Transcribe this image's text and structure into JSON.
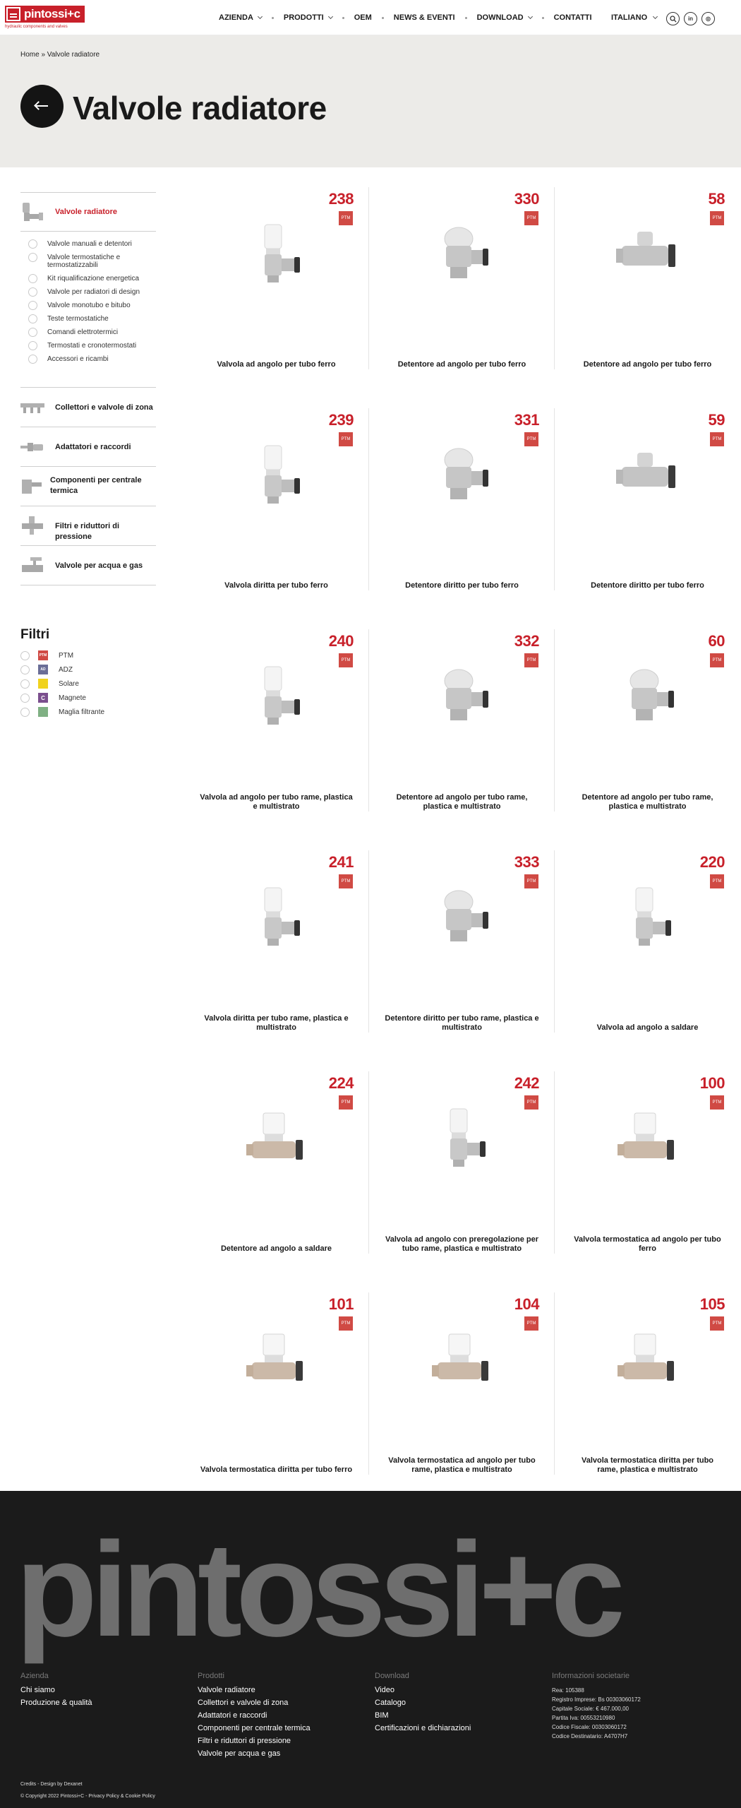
{
  "header": {
    "logo_text": "pintossi+c",
    "logo_tagline": "hydraulic components and valves",
    "nav": [
      {
        "label": "AZIENDA",
        "dropdown": true
      },
      {
        "label": "PRODOTTI",
        "dropdown": true
      },
      {
        "label": "OEM",
        "dropdown": false
      },
      {
        "label": "NEWS & EVENTI",
        "dropdown": false
      },
      {
        "label": "DOWNLOAD",
        "dropdown": true
      },
      {
        "label": "CONTATTI",
        "dropdown": false
      }
    ],
    "language": "ITALIANO",
    "linkedin_glyph": "in",
    "instagram_glyph": "◎"
  },
  "hero": {
    "breadcrumb": "Home » Valvole radiatore",
    "title": "Valvole radiatore"
  },
  "sidebar": {
    "active_category": "Valvole radiatore",
    "subcategories": [
      "Valvole manuali e detentori",
      "Valvole termostatiche e termostatizzabili",
      "Kit riqualificazione energetica",
      "Valvole per radiatori di design",
      "Valvole monotubo e bitubo",
      "Teste termostatiche",
      "Comandi elettrotermici",
      "Termostati e cronotermostati",
      "Accessori e ricambi"
    ],
    "categories": [
      "Collettori e valvole di zona",
      "Adattatori e raccordi",
      "Componenti per centrale termica",
      "Filtri e riduttori di pressione",
      "Valvole per acqua e gas"
    ]
  },
  "filters": {
    "title": "Filtri",
    "items": [
      {
        "label": "PTM",
        "color": "#d04a44",
        "glyph": "PTM"
      },
      {
        "label": "ADZ",
        "color": "#6b6e97",
        "glyph": "AD"
      },
      {
        "label": "Solare",
        "color": "#f0d21e",
        "glyph": ""
      },
      {
        "label": "Magnete",
        "color": "#7b4f8e",
        "glyph": "C"
      },
      {
        "label": "Maglia filtrante",
        "color": "#7fb083",
        "glyph": ""
      }
    ]
  },
  "products": [
    {
      "code": "238",
      "badge": "PTM",
      "name": "Valvola ad angolo per tubo ferro"
    },
    {
      "code": "330",
      "badge": "PTM",
      "name": "Detentore ad angolo per tubo ferro"
    },
    {
      "code": "58",
      "badge": "PTM",
      "name": "Detentore ad angolo per tubo ferro"
    },
    {
      "code": "239",
      "badge": "PTM",
      "name": "Valvola diritta per tubo ferro"
    },
    {
      "code": "331",
      "badge": "PTM",
      "name": "Detentore diritto per tubo ferro"
    },
    {
      "code": "59",
      "badge": "PTM",
      "name": "Detentore diritto per tubo ferro"
    },
    {
      "code": "240",
      "badge": "PTM",
      "name": "Valvola ad angolo per tubo rame, plastica e multistrato"
    },
    {
      "code": "332",
      "badge": "PTM",
      "name": "Detentore ad angolo per tubo rame, plastica e multistrato"
    },
    {
      "code": "60",
      "badge": "PTM",
      "name": "Detentore ad angolo per tubo rame, plastica e multistrato"
    },
    {
      "code": "241",
      "badge": "PTM",
      "name": "Valvola diritta per tubo rame, plastica e multistrato"
    },
    {
      "code": "333",
      "badge": "PTM",
      "name": "Detentore diritto per tubo rame, plastica e multistrato"
    },
    {
      "code": "220",
      "badge": "PTM",
      "name": "Valvola ad angolo a saldare"
    },
    {
      "code": "224",
      "badge": "PTM",
      "name": "Detentore ad angolo a saldare"
    },
    {
      "code": "242",
      "badge": "PTM",
      "name": "Valvola ad angolo con preregolazione per tubo rame, plastica e multistrato"
    },
    {
      "code": "100",
      "badge": "PTM",
      "name": "Valvola termostatica ad angolo per tubo ferro"
    },
    {
      "code": "101",
      "badge": "PTM",
      "name": "Valvola termostatica diritta per tubo ferro"
    },
    {
      "code": "104",
      "badge": "PTM",
      "name": "Valvola termostatica ad angolo per tubo rame, plastica e multistrato"
    },
    {
      "code": "105",
      "badge": "PTM",
      "name": "Valvola termostatica diritta per tubo rame, plastica e multistrato"
    }
  ],
  "footer": {
    "big_logo": "pintossi+c",
    "columns": [
      {
        "title": "Azienda",
        "links": [
          "Chi siamo",
          "Produzione & qualità"
        ]
      },
      {
        "title": "Prodotti",
        "links": [
          "Valvole radiatore",
          "Collettori e valvole di zona",
          "Adattatori e raccordi",
          "Componenti per centrale termica",
          "Filtri e riduttori di pressione",
          "Valvole per acqua e gas"
        ]
      },
      {
        "title": "Download",
        "links": [
          "Video",
          "Catalogo",
          "BIM",
          "Certificazioni e dichiarazioni"
        ]
      }
    ],
    "company_info": {
      "title": "Informazioni societarie",
      "lines": [
        "Rea: 105388",
        "Registro Imprese: Bs 00303060172",
        "Capitale Sociale: € 467.000,00",
        "Partita Iva: 00553210980",
        "Codice Fiscale: 00303060172",
        "Codice Destinatario: A4707H7"
      ]
    },
    "credits": "Credits - Design by Dexanet",
    "copyright": "© Copyright 2022 Pintossi+C - Privacy Policy & Cookie Policy"
  },
  "colors": {
    "brand_red": "#c8202a",
    "badge_red": "#d04a44",
    "hero_bg": "#ecebe8",
    "footer_bg": "#1b1b1b"
  }
}
